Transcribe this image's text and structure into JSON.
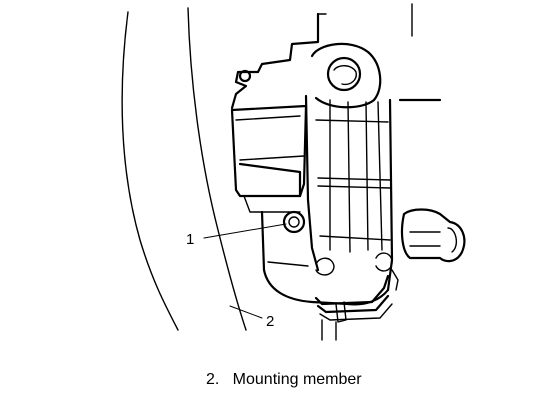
{
  "callouts": {
    "one": "1",
    "two": "2"
  },
  "caption": "2.   Mounting member"
}
